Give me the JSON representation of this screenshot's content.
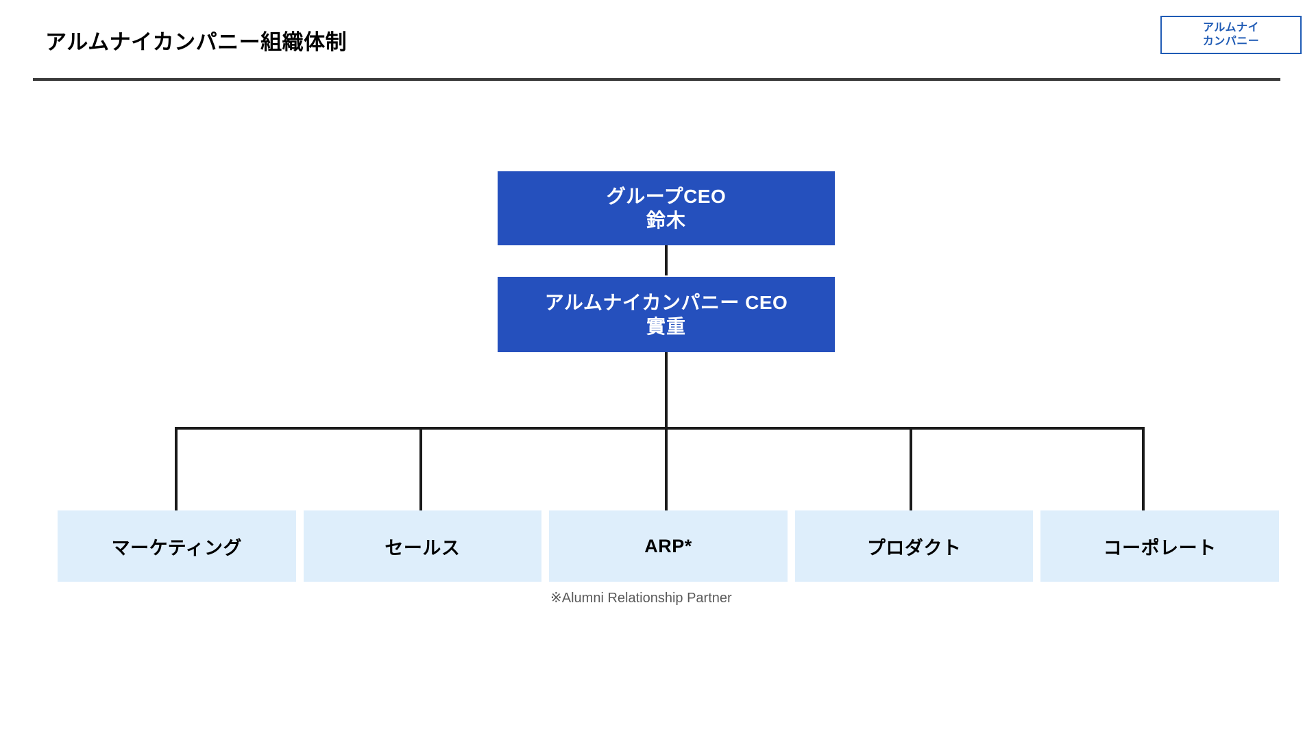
{
  "header": {
    "title": "アルムナイカンパニー組織体制",
    "rule_color": "#3A3A3A"
  },
  "brand": {
    "line1": "アルムナイ",
    "line2": "カンパニー",
    "border_color": "#1F5BB5",
    "text_color": "#1F5BB5"
  },
  "colors": {
    "exec_fill": "#2550BD",
    "exec_text": "#FFFFFF",
    "dept_fill": "#DEEEFB",
    "dept_text": "#000000",
    "connector": "#1A1A1A",
    "footnote_text": "#5A5A5A",
    "background": "#FFFFFF"
  },
  "chart_data": {
    "type": "diagram",
    "diagram_kind": "org-chart",
    "title": "アルムナイカンパニー組織体制",
    "nodes": [
      {
        "id": "group-ceo",
        "role": "グループCEO",
        "name": "鈴木",
        "level": 0,
        "style": "exec"
      },
      {
        "id": "alc-ceo",
        "role": "アルムナイカンパニー  CEO",
        "name": "實重",
        "level": 1,
        "style": "exec"
      },
      {
        "id": "marketing",
        "label": "マーケティング",
        "level": 2,
        "style": "dept"
      },
      {
        "id": "sales",
        "label": "セールス",
        "level": 2,
        "style": "dept"
      },
      {
        "id": "arp",
        "label": "ARP*",
        "level": 2,
        "style": "dept"
      },
      {
        "id": "product",
        "label": "プロダクト",
        "level": 2,
        "style": "dept"
      },
      {
        "id": "corporate",
        "label": "コーポレート",
        "level": 2,
        "style": "dept"
      }
    ],
    "edges": [
      {
        "from": "group-ceo",
        "to": "alc-ceo"
      },
      {
        "from": "alc-ceo",
        "to": "marketing"
      },
      {
        "from": "alc-ceo",
        "to": "sales"
      },
      {
        "from": "alc-ceo",
        "to": "arp"
      },
      {
        "from": "alc-ceo",
        "to": "product"
      },
      {
        "from": "alc-ceo",
        "to": "corporate"
      }
    ]
  },
  "executives": [
    {
      "role": "グループCEO",
      "name": "鈴木"
    },
    {
      "role": "アルムナイカンパニー  CEO",
      "name": "實重"
    }
  ],
  "departments": [
    {
      "label": "マーケティング"
    },
    {
      "label": "セールス"
    },
    {
      "label": "ARP*"
    },
    {
      "label": "プロダクト"
    },
    {
      "label": "コーポレート"
    }
  ],
  "footnote": {
    "text": "※Alumni Relationship Partner"
  }
}
